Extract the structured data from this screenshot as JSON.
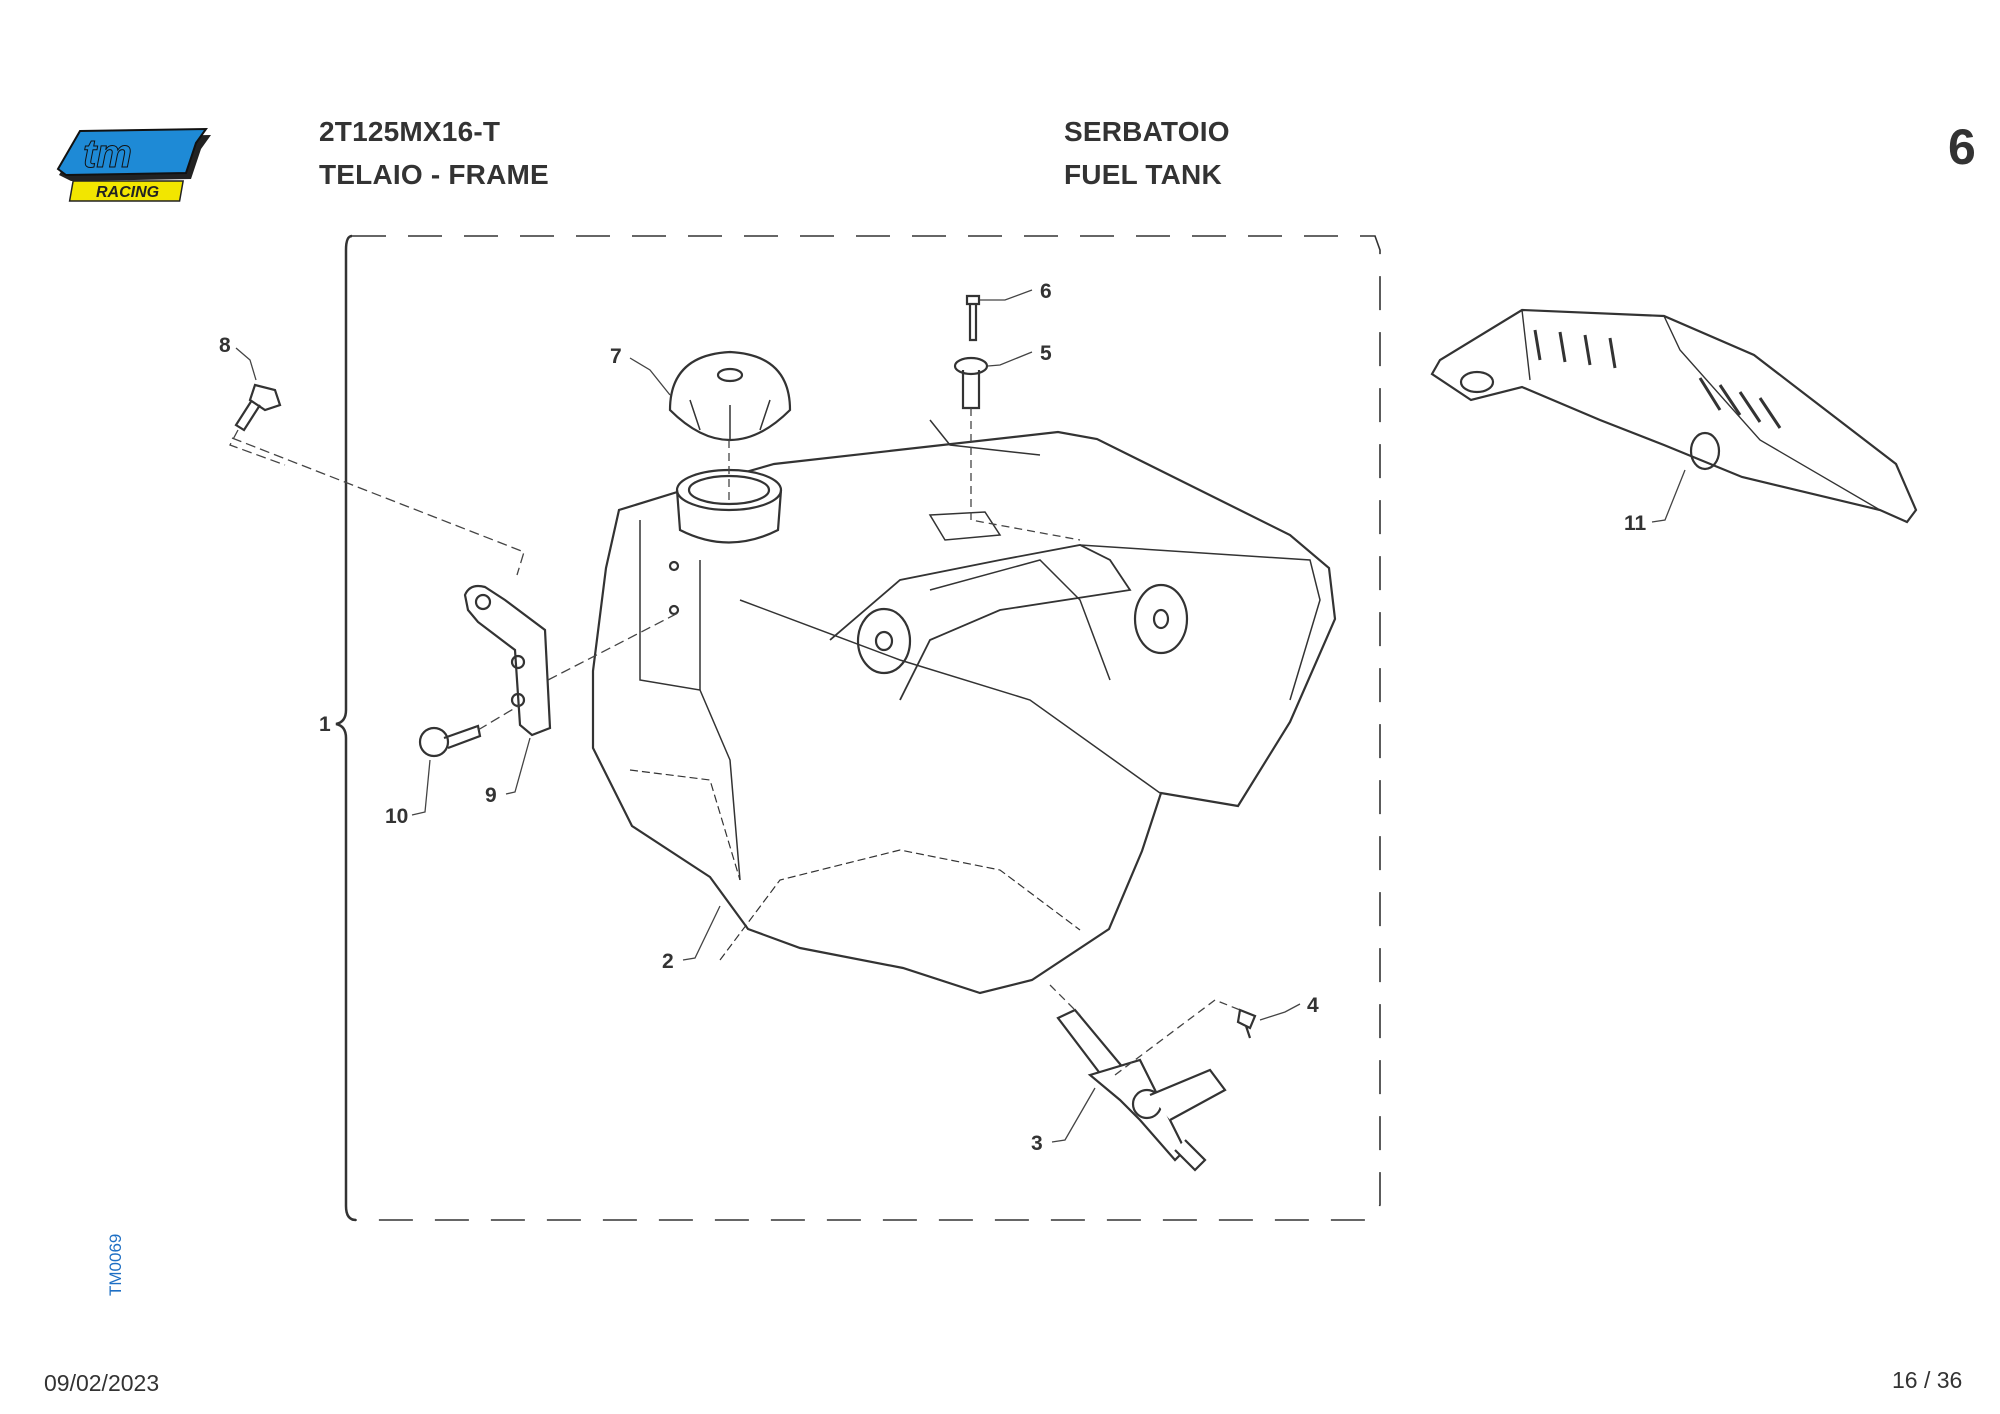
{
  "header": {
    "logo_text": "tm",
    "logo_subtext": "RACING",
    "model": "2T125MX16-T",
    "group": "TELAIO - FRAME",
    "section_it": "SERBATOIO",
    "section_en": "FUEL TANK",
    "section_number": "6"
  },
  "diagram": {
    "callouts": [
      "1",
      "2",
      "3",
      "4",
      "5",
      "6",
      "7",
      "8",
      "9",
      "10",
      "11"
    ]
  },
  "footer": {
    "drawing_code": "TM0069",
    "date": "09/02/2023",
    "page": "16 / 36"
  },
  "colors": {
    "logo_blue": "#1e8ad6",
    "logo_yellow": "#f2e600",
    "code_blue": "#1e6fc4"
  }
}
